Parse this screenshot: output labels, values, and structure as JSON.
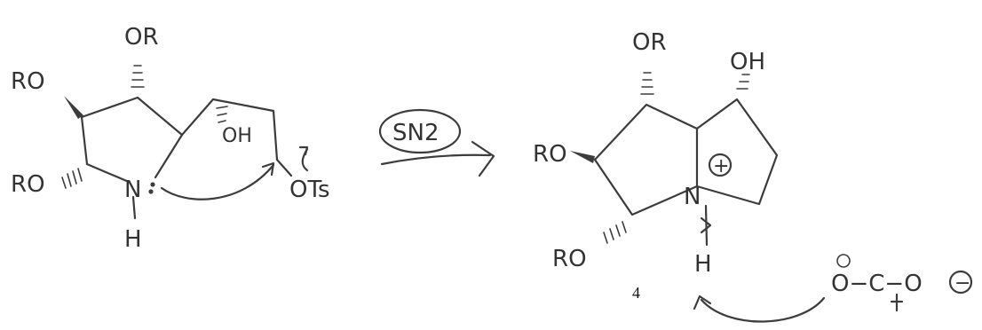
{
  "reactant": {
    "oh_top": "OR",
    "ro_left": "RO",
    "ro_bottom": "RO",
    "oh_inner": "OH",
    "leaving_group": "OTs",
    "nitrogen": "N",
    "hydrogen": "H"
  },
  "arrow": {
    "label": "SN2"
  },
  "product": {
    "or_top": "OR",
    "oh_top": "OH",
    "ro_left": "RO",
    "ro_bottom": "RO",
    "nitrogen": "N",
    "charge": "+",
    "hydrogen": "H",
    "compound_number": "4"
  },
  "base": {
    "structure": "O−C−O",
    "charge": "−"
  }
}
